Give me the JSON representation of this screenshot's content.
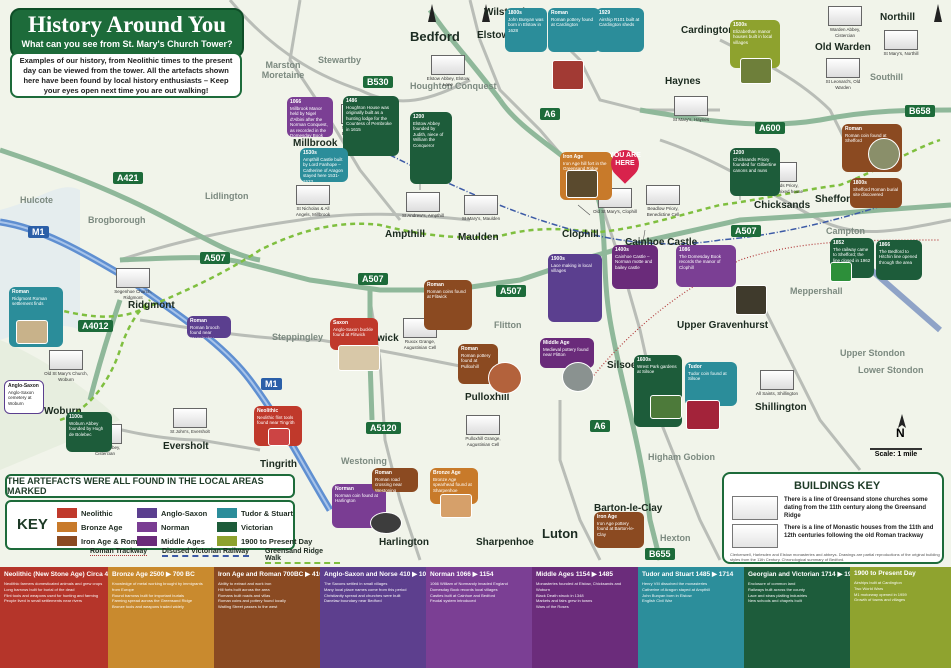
{
  "title": "History Around You",
  "subtitle": "What can you see from St. Mary's Church Tower?",
  "intro": "Examples of our history, from Neolithic times to the present day can be viewed from the tower. All the artefacts shown here have been found by local history enthusiasts – Keep your eyes open next time you are out walking!",
  "you_are_here": "YOU ARE HERE",
  "places": {
    "bedford": "Bedford",
    "elstow": "Elstow",
    "wilstead": "Wilstead",
    "cardington": "Cardington",
    "northill": "Northill",
    "old_warden": "Old Warden",
    "southill": "Southill",
    "marston": "Marston Moretaine",
    "stewartby": "Stewartby",
    "houghton": "Houghton Conquest",
    "haynes": "Haynes",
    "millbrook": "Millbrook",
    "lidlington": "Lidlington",
    "ampthill": "Ampthill",
    "maulden": "Maulden",
    "clophill": "Clophill",
    "chicksands": "Chicksands",
    "shefford": "Shefford",
    "campton": "Campton",
    "hulcote": "Hulcote",
    "brogborough": "Brogborough",
    "ridgmont": "Ridgmont",
    "cainhoe": "Cainhoe Castle",
    "upper_gravenhurst": "Upper Gravenhurst",
    "meppershall": "Meppershall",
    "steppingley": "Steppingley",
    "flitwick": "Flitwick",
    "flitton": "Flitton",
    "upper_stondon": "Upper Stondon",
    "lower_stondon": "Lower Stondon",
    "pulloxhill": "Pulloxhill",
    "silsoe": "Silsoe",
    "shillington": "Shillington",
    "woburn": "Woburn",
    "eversholt": "Eversholt",
    "tingrith": "Tingrith",
    "westoning": "Westoning",
    "harlington": "Harlington",
    "sharpenhoe": "Sharpenhoe",
    "higham_gobion": "Higham Gobion",
    "barton": "Barton-le-Clay",
    "luton": "Luton",
    "hexton": "Hexton"
  },
  "roads": [
    "B530",
    "A6",
    "A600",
    "B658",
    "A421",
    "M1",
    "A507",
    "A507",
    "A507",
    "A507",
    "A4012",
    "A5120",
    "M1",
    "A6",
    "B655"
  ],
  "churches": {
    "elstow": "Elstow Abbey, Elstow Lane",
    "millbrook": "Millbrook Priory, Benedictine Cell",
    "ampthill": "St Andrew's, Ampthill",
    "maulden": "St Mary's, Maulden",
    "marys": "St Nicholas & All Angels, Millbrook",
    "clophill": "Old St Mary's, Clophill",
    "haynes": "St Mary's, Haynes",
    "chicksands": "Chicksands Priory, Gilbertine mixed house",
    "beadlow": "Beadlow Priory, Benedictine Cell",
    "flitwick": "Ruxox Grange, Augustinian Cell",
    "pulloxhill": "Pulloxhill Grange, Augustinian Cell",
    "woburn": "Woburn Abbey, Cistercian",
    "ridgmont": "Segenhoe Church, Ridgmont",
    "eversholt": "St John's, Eversholt",
    "old_st_marys": "Old St Mary's Church, Woburn",
    "shillington": "All Saints, Shillington",
    "warden": "Warden Abbey, Cistercian",
    "old_warden": "St Leonard's, Old Warden",
    "northill": "St Mary's, Northill"
  },
  "callouts": {
    "c1": {
      "yr": "1066",
      "text": "Millbrook Manor held by Nigel d'Albini after the Norman Conquest, as recorded in the Domesday Book"
    },
    "c2": {
      "yr": "1486",
      "text": "Houghton House was originally built as a hunting lodge for the Countess of Pembroke in 1615"
    },
    "c3": {
      "yr": "1530s",
      "text": "Ampthill Castle built by Lord Fanhope – Catherine of Aragon stayed here 1531-1533"
    },
    "c4": {
      "yr": "1200",
      "text": "Elstow Abbey founded by Judith, niece of William the Conqueror"
    },
    "c5": {
      "yr": "1800s",
      "text": "John Bunyan was born in Elstow in 1628"
    },
    "c6": {
      "yr": "Roman",
      "text": "Roman pottery found at Cardington"
    },
    "c7": {
      "yr": "1929",
      "text": "Airship R101 built at Cardington sheds"
    },
    "c8": {
      "yr": "1500s",
      "text": "Elizabethan manor houses built in local villages"
    },
    "c9": {
      "yr": "1200",
      "text": "Chicksands Priory founded for Gilbertine canons and nuns"
    },
    "c10": {
      "yr": "Roman",
      "text": "Roman coin found at Shefford"
    },
    "c11": {
      "yr": "1800s",
      "text": "Shefford Roman burial site discovered"
    },
    "c12": {
      "yr": "1852",
      "text": "The railway came to Shefford; the line closed in 1962"
    },
    "c13": {
      "yr": "1866",
      "text": "The Bedford to Hitchin line opened through the area"
    },
    "c14": {
      "yr": "Iron Age",
      "text": "Iron Age hill fort in the Greensand Ridge"
    },
    "c15": {
      "yr": "1400s",
      "text": "Cainhoe Castle – Norman motte and bailey castle"
    },
    "c16": {
      "yr": "1086",
      "text": "The Domesday Book records the manor of Clophill"
    },
    "c17": {
      "yr": "Roman",
      "text": "Ridgmont Roman settlement finds"
    },
    "c18": {
      "yr": "Roman",
      "text": "Roman brooch found near Steppingley"
    },
    "c19": {
      "yr": "Saxon",
      "text": "Anglo-Saxon buckle found at Flitwick"
    },
    "c20": {
      "yr": "Roman",
      "text": "Roman coins found at Flitwick"
    },
    "c21": {
      "yr": "Middle Age",
      "text": "Medieval pottery found near Flitton"
    },
    "c22": {
      "yr": "Roman",
      "text": "Roman pottery found at Pulloxhill"
    },
    "c23": {
      "yr": "1600s",
      "text": "Wrest Park gardens at Silsoe"
    },
    "c24": {
      "yr": "Tudor",
      "text": "Tudor coin found at Silsoe"
    },
    "c25": {
      "yr": "1900s",
      "text": "Lace making in local villages"
    },
    "c26": {
      "yr": "Neolithic",
      "text": "Neolithic flint tools found near Tingrith"
    },
    "c27": {
      "yr": "1100s",
      "text": "Woburn Abbey founded by Hugh de Bolebec"
    },
    "c28": {
      "yr": "Norman",
      "text": "Norman coin found at Harlington"
    },
    "c29": {
      "yr": "Bronze Age",
      "text": "Bronze Age spearhead found at Sharpenhoe"
    },
    "c30": {
      "yr": "Iron Age",
      "text": "Iron Age pottery found at Barton-le-Clay"
    },
    "c31": {
      "yr": "Anglo-Saxon",
      "text": "Anglo-Saxon cemetery at Woburn"
    },
    "c32": {
      "yr": "Roman",
      "text": "Roman road crossing near Westoning"
    }
  },
  "artefacts_heading": "THE ARTEFACTS WERE ALL FOUND IN THE LOCAL AREAS MARKED",
  "key": {
    "title": "KEY",
    "items": [
      {
        "label": "Neolithic",
        "color": "#c0392b"
      },
      {
        "label": "Anglo-Saxon",
        "color": "#5b3f8f"
      },
      {
        "label": "Tudor & Stuart",
        "color": "#2b8d9a"
      },
      {
        "label": "Bronze Age",
        "color": "#c87a2a"
      },
      {
        "label": "Norman",
        "color": "#7a3d93"
      },
      {
        "label": "Victorian",
        "color": "#1d5c3a"
      },
      {
        "label": "Iron Age & Roman",
        "color": "#8b4a21"
      },
      {
        "label": "Middle Ages",
        "color": "#6a2b7a"
      },
      {
        "label": "1900 to Present Day",
        "color": "#8ea22e"
      }
    ],
    "lines": [
      "Roman Trackway",
      "Disused Victorian Railway",
      "Greensand Ridge Walk"
    ]
  },
  "buildings_key": {
    "title": "BUILDINGS KEY",
    "text1": "There is a line of Greensand stone churches some dating from the 11th century along the Greensand Ridge",
    "text2": "There is a line of Monastic houses from the 11th and 12th centuries following the old Roman trackway",
    "foot": "Clerkenwell, Harlesden and Elstow monasteries and abbeys. Drawings are partial reproductions of the original building styles from the 11th Century. Chronological summary of Bedford."
  },
  "compass": "N",
  "scale": "Scale: 1 mile",
  "timeline": [
    {
      "head": "Neolithic (New Stone Age) Circa 4000 ▶ 2500 BC",
      "color": "#b5352a",
      "lines": [
        "Neolithic farmers domesticated animals and grew crops",
        "Long barrows built for burial of the dead",
        "Flint tools and weapons used for hunting and farming",
        "People lived in small settlements near rivers"
      ]
    },
    {
      "head": "Bronze Age 2500 ▶ 700 BC",
      "color": "#c98a2e",
      "lines": [
        "Knowledge of metal working brought by immigrants from Europe",
        "Round barrows built for important burials",
        "Farming spread across the Greensand Ridge",
        "Bronze tools and weapons traded widely"
      ]
    },
    {
      "head": "Iron Age and Roman 700BC ▶ 410AD",
      "color": "#8a4a22",
      "lines": [
        "Ability to extract and work iron",
        "Hill forts built across the area",
        "Romans built roads and villas",
        "Roman coins and pottery found locally",
        "Watling Street passes to the west"
      ]
    },
    {
      "head": "Anglo-Saxon and Norse 410 ▶ 1066",
      "color": "#5d3f8e",
      "lines": [
        "The Saxons settled in small villages",
        "Many local place names come from this period",
        "Christianity spread and churches were built",
        "Danelaw boundary near Bedford"
      ]
    },
    {
      "head": "Norman 1066 ▶ 1154",
      "color": "#7b3f94",
      "lines": [
        "1066 William of Normandy invaded England",
        "Domesday Book records local villages",
        "Castles built at Cainhoe and Bedford",
        "Feudal system introduced"
      ]
    },
    {
      "head": "Middle Ages 1154 ▶ 1485",
      "color": "#6b2c7b",
      "lines": [
        "Monasteries founded at Elstow, Chicksands and Woburn",
        "Black Death struck in 1348",
        "Markets and fairs grew in towns",
        "Wars of the Roses"
      ]
    },
    {
      "head": "Tudor and Stuart 1485 ▶ 1714",
      "color": "#2c8e9b",
      "lines": [
        "Henry VIII dissolved the monasteries",
        "Catherine of Aragon stayed at Ampthill",
        "John Bunyan born in Elstow",
        "English Civil War"
      ]
    },
    {
      "head": "Georgian and Victorian 1714 ▶ 1900",
      "color": "#1d5c3b",
      "lines": [
        "Enclosure of common land",
        "Railways built across the county",
        "Lace and straw plaiting industries",
        "New schools and chapels built"
      ]
    },
    {
      "head": "1900 to Present Day",
      "color": "#8fa32f",
      "lines": [
        "Airships built at Cardington",
        "Two World Wars",
        "M1 motorway opened in 1959",
        "Growth of towns and villages"
      ]
    }
  ]
}
